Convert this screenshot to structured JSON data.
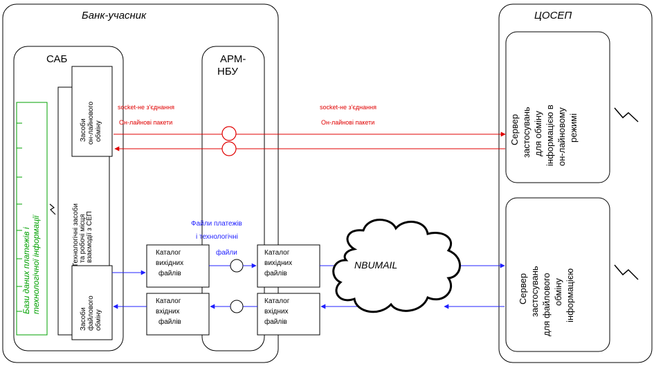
{
  "bank": {
    "title": "Банк-учасник"
  },
  "cosep": {
    "title": "ЦОСЕП"
  },
  "sab": {
    "title": "САБ",
    "database_label": [
      "Бази даних платежів і",
      "технологічної інформації"
    ],
    "tech_means_label": [
      "Технологічні засоби",
      "та робочі місця",
      "взаємодії з СЕП"
    ],
    "online_means_label": [
      "Засоби",
      "он-лайнового",
      "обміну"
    ],
    "file_means_label": [
      "Засоби",
      "файлового",
      "обміну"
    ]
  },
  "arm": {
    "title_line1": "АРМ-",
    "title_line2": "НБУ"
  },
  "online": {
    "socket_label": "socket-не з'єднання",
    "packets_label": "Он-лайнові пакети"
  },
  "files_label": [
    "Файли платежів",
    "і технологічні",
    "файли"
  ],
  "catalogs": {
    "out_left": [
      "Каталог",
      "вихідних",
      "файлів"
    ],
    "in_left": [
      "Каталог",
      "вхідних",
      "файлів"
    ],
    "out_right": [
      "Каталог",
      "вихідних",
      "файлів"
    ],
    "in_right": [
      "Каталог",
      "вхідних",
      "файлів"
    ]
  },
  "nbumail": {
    "label": "NBUMAIL"
  },
  "servers": {
    "online": [
      "Сервер",
      "застосувань",
      "для обміну",
      "інформацією в",
      "он-лайновому",
      "режимі"
    ],
    "file": [
      "Сервер",
      "застосувань",
      "для файлового",
      "обміну",
      "інформацією"
    ]
  },
  "colors": {
    "online_flow": "#e00000",
    "file_flow": "#2020ff",
    "database": "#00a000"
  }
}
